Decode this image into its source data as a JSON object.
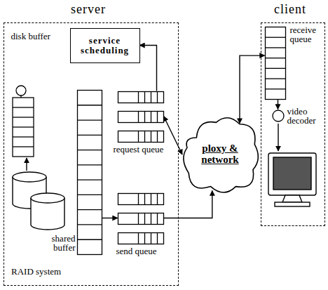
{
  "diagram": {
    "nodes": [
      {
        "text": [
          "server"
        ]
      },
      {
        "text": [
          "service scheduling"
        ],
        "in": 0
      },
      {
        "text": [
          "disk buffer"
        ],
        "in": 0
      },
      {
        "text": [
          "request queue"
        ],
        "in": 0
      },
      {
        "text": [
          "shared buffer"
        ],
        "in": 0
      },
      {
        "text": [
          "send queue"
        ],
        "in": 0
      },
      {
        "text": [
          "ploxy & network"
        ]
      },
      {
        "text": [
          "client"
        ]
      },
      {
        "text": [
          "receive queue"
        ],
        "in": 7
      },
      {
        "text": [
          "video decoder"
        ],
        "in": 7
      }
    ],
    "edges": [
      {
        "from": 3,
        "to": 6,
        "arrow": "both"
      },
      {
        "from": 5,
        "to": 6,
        "arrow": "to"
      },
      {
        "from": 6,
        "to": 8,
        "arrow": "both"
      },
      {
        "from": 3,
        "to": 1,
        "arrow": "to"
      },
      {
        "from": 4,
        "to": 5,
        "arrow": "to"
      },
      {
        "from": 8,
        "to": 9,
        "arrow": "to"
      }
    ],
    "labels": [
      "RAID system"
    ]
  }
}
